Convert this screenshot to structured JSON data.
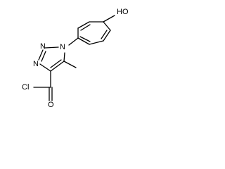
{
  "structure": {
    "atoms": {
      "hydroxyl": "HO",
      "n1": "N",
      "n2": "N",
      "n3": "N",
      "carbonyl_o": "O",
      "chlorine": "Cl"
    }
  }
}
